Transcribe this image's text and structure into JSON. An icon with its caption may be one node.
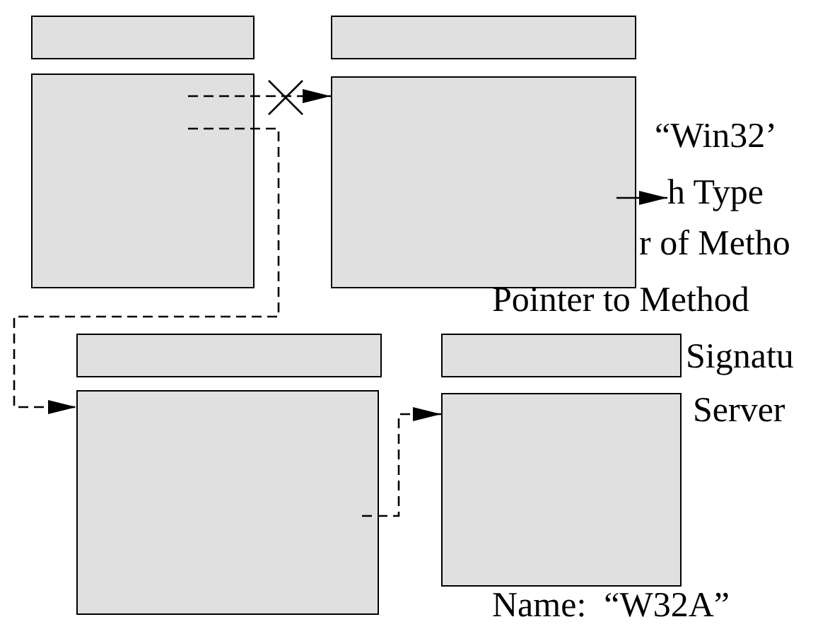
{
  "diagram": {
    "nodes": [
      {
        "text": [],
        "shape": "box"
      },
      {
        "text": [],
        "shape": "box"
      },
      {
        "text": [],
        "shape": "box"
      },
      {
        "text": [],
        "shape": "box"
      },
      {
        "text": [],
        "shape": "box"
      },
      {
        "text": [],
        "shape": "box"
      },
      {
        "text": [],
        "shape": "box"
      },
      {
        "text": [],
        "shape": "box"
      },
      {
        "text": [
          "h Type"
        ]
      }
    ],
    "edges": [
      {
        "from": 1,
        "to": 3,
        "arrow": "to",
        "style": "dashed"
      },
      {
        "from": 1,
        "to": 5,
        "arrow": "to",
        "style": "dashed"
      },
      {
        "from": 3,
        "to": 8,
        "arrow": "to"
      },
      {
        "from": 5,
        "to": 7,
        "arrow": "to",
        "style": "dashed"
      }
    ],
    "labels": [
      "“Win32’",
      "r of Metho",
      "Pointer to Method",
      "Signatu",
      "Server",
      "Name:  “W32A”"
    ]
  }
}
